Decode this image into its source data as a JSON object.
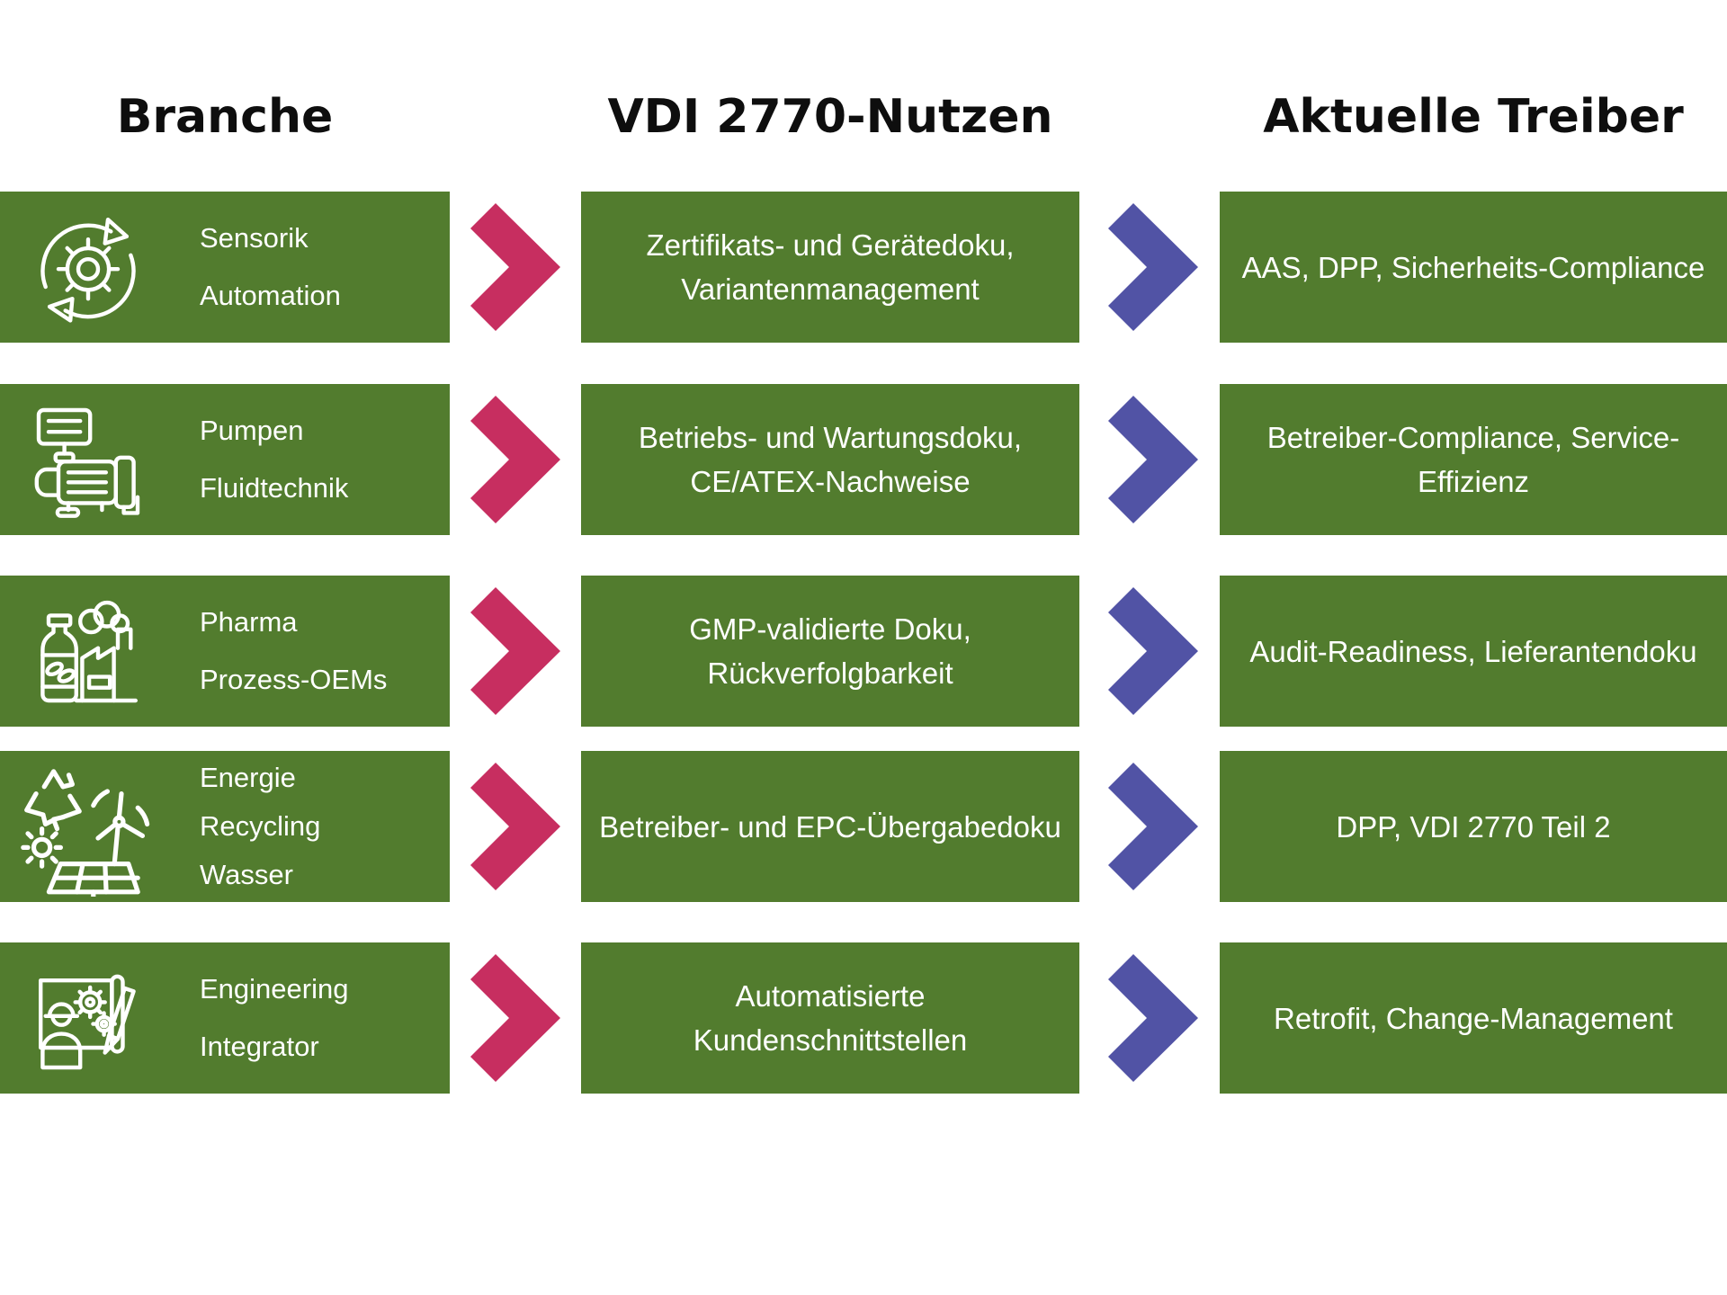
{
  "headers": {
    "col1": "Branche",
    "col2": "VDI 2770-Nutzen",
    "col3": "Aktuelle Treiber"
  },
  "colors": {
    "box_green": "#527C2E",
    "arrow_pink": "#C72E60",
    "arrow_purple": "#5153A5",
    "header_text": "#0e0e0e",
    "box_text": "#ffffff",
    "background": "#ffffff"
  },
  "icons": [
    "process-automation-gear-cycle",
    "pump-machine",
    "pharma-bottle-factory",
    "recycling-wind-solar",
    "engineer-blueprint-gears"
  ],
  "rows": [
    {
      "industry": {
        "line1": "Sensorik",
        "line2": "Automation",
        "line3": ""
      },
      "benefit": {
        "line1": "Zertifikats- und Gerätedoku,",
        "line2": "Variantenmanagement"
      },
      "driver": {
        "line1": "AAS, DPP, Sicherheits-Compliance",
        "line2": ""
      }
    },
    {
      "industry": {
        "line1": "Pumpen",
        "line2": "Fluidtechnik",
        "line3": ""
      },
      "benefit": {
        "line1": "Betriebs- und Wartungsdoku,",
        "line2": "CE/ATEX-Nachweise"
      },
      "driver": {
        "line1": "Betreiber-Compliance, Service-",
        "line2": "Effizienz"
      }
    },
    {
      "industry": {
        "line1": "Pharma",
        "line2": "Prozess-OEMs",
        "line3": ""
      },
      "benefit": {
        "line1": "GMP-validierte Doku,",
        "line2": "Rückverfolgbarkeit"
      },
      "driver": {
        "line1": "Audit-Readiness, Lieferantendoku",
        "line2": ""
      }
    },
    {
      "industry": {
        "line1": "Energie",
        "line2": "Recycling",
        "line3": "Wasser"
      },
      "benefit": {
        "line1": "Betreiber- und EPC-Übergabedoku",
        "line2": ""
      },
      "driver": {
        "line1": "DPP, VDI 2770 Teil 2",
        "line2": ""
      }
    },
    {
      "industry": {
        "line1": "Engineering",
        "line2": "Integrator",
        "line3": ""
      },
      "benefit": {
        "line1": "Automatisierte",
        "line2": "Kundenschnittstellen"
      },
      "driver": {
        "line1": "Retrofit, Change-Management",
        "line2": ""
      }
    }
  ]
}
